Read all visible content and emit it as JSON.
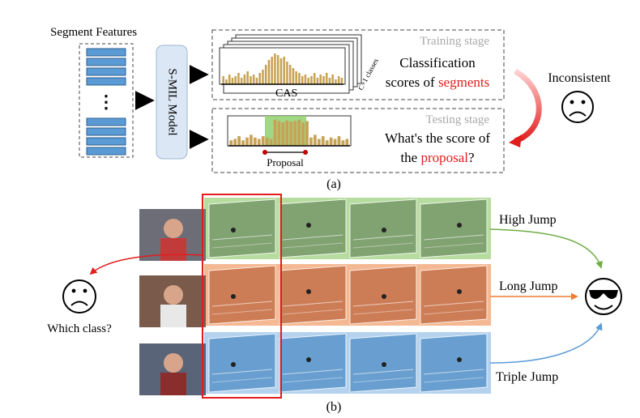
{
  "panel_a": {
    "segment_features_label": "Segment Features",
    "ellipsis": "⋮",
    "model_label": "S-MIL Model",
    "training_stage_label": "Training stage",
    "testing_stage_label": "Testing stage",
    "cas_label": "CAS",
    "classes_label": "C+1 classes",
    "classification_line1": "Classification",
    "scores_of": "scores of ",
    "segments_word": "segments",
    "whats_line1": "What's the score of",
    "the_word": "the ",
    "proposal_word": "proposal",
    "question_mark": "?",
    "proposal_label": "Proposal",
    "inconsistent_label": "Inconsistent",
    "caption": "(a)",
    "training_bars": [
      0.25,
      0.15,
      0.3,
      0.2,
      0.25,
      0.35,
      0.2,
      0.3,
      0.4,
      0.25,
      0.3,
      0.2,
      0.35,
      0.45,
      0.6,
      0.75,
      0.85,
      0.95,
      0.9,
      0.8,
      0.85,
      0.7,
      0.6,
      0.5,
      0.4,
      0.35,
      0.25,
      0.3,
      0.2,
      0.25,
      0.35,
      0.2,
      0.3,
      0.25,
      0.35,
      0.2,
      0.3,
      0.15,
      0.25,
      0.2
    ],
    "testing_bars": [
      0.2,
      0.25,
      0.35,
      0.2,
      0.3,
      0.4,
      0.3,
      0.25,
      0.35,
      0.3,
      0.25,
      0.95,
      0.9,
      0.85,
      0.92,
      0.88,
      0.9,
      0.95,
      0.85,
      0.9,
      0.3,
      0.4,
      0.25,
      0.35,
      0.2,
      0.3,
      0.25,
      0.35,
      0.2,
      0.25
    ]
  },
  "panel_b": {
    "rows": [
      {
        "label": "High Jump",
        "tint": "#b7dca0",
        "track": "#6f8f62"
      },
      {
        "label": "Long Jump",
        "tint": "#f4b892",
        "track": "#c06a43"
      },
      {
        "label": "Triple Jump",
        "tint": "#b4d2ee",
        "track": "#4f8fc6"
      }
    ],
    "which_class_label": "Which class?",
    "caption": "(b)"
  },
  "colors": {
    "segment_blue": "#5b9bd5",
    "bar_gold": "#c8a254",
    "highlight_green": "#8fd16f",
    "accent_red": "#e11d1d",
    "model_box_fill": "#dbe7f5",
    "arrow_green": "#70ad47",
    "arrow_orange": "#ed7d31",
    "arrow_blue": "#5b9bd5"
  }
}
